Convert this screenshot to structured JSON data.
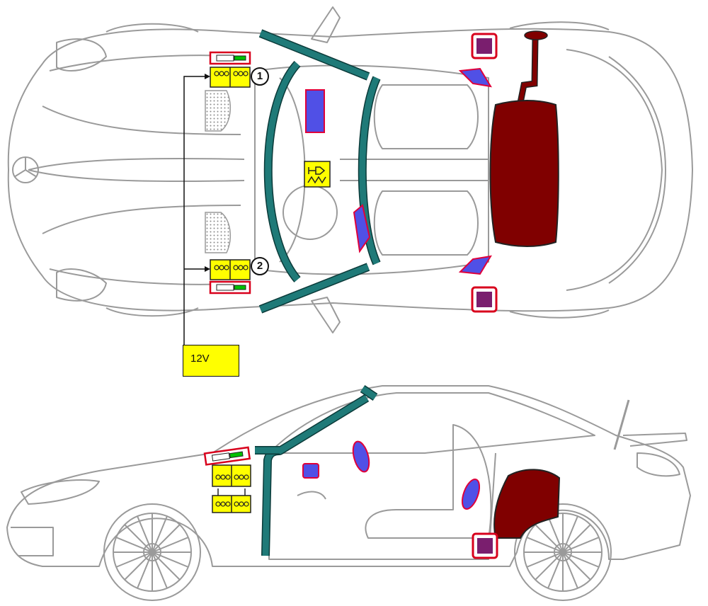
{
  "labels": {
    "voltage": "12V",
    "callout_1": "1",
    "callout_2": "2"
  },
  "colors": {
    "outline": "#9a9a9a",
    "pillar": "#1f7a78",
    "airbag_fill": "#5050e6",
    "airbag_border": "#e0003a",
    "fuel_tank": "#800000",
    "battery": "#ffff00",
    "sensor": "#7a1e6e",
    "frame_red": "#d8001c",
    "green_bar": "#00c000",
    "label_bg": "#ffff00"
  },
  "icons": [
    "battery-icon",
    "fuse-icon",
    "airbag-icon",
    "sensor-icon",
    "fuel-tank-icon",
    "gas-generator-icon",
    "star-emblem-icon"
  ]
}
